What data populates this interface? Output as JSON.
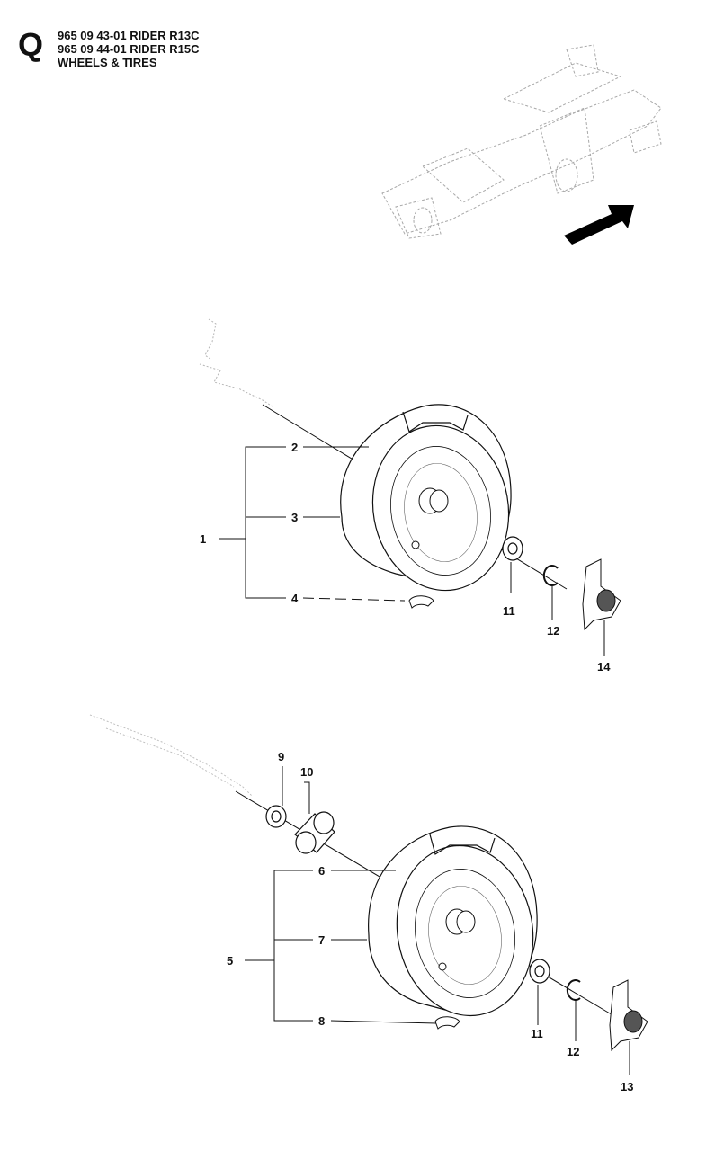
{
  "header": {
    "section_letter": "Q",
    "lines": [
      "965 09 43-01 RIDER R13C",
      "965 09 44-01 RIDER R15C",
      "WHEELS & TIRES"
    ]
  },
  "overview": {
    "arrow_icon": "direction-arrow-icon"
  },
  "callouts": {
    "upper": {
      "c1": "1",
      "c2": "2",
      "c3": "3",
      "c4": "4",
      "c11": "11",
      "c12": "12",
      "c14": "14"
    },
    "lower": {
      "c5": "5",
      "c6": "6",
      "c7": "7",
      "c8": "8",
      "c9": "9",
      "c10": "10",
      "c11": "11",
      "c12": "12",
      "c13": "13"
    }
  },
  "colors": {
    "line": "#111111",
    "faint_line": "#9a9a9a"
  }
}
